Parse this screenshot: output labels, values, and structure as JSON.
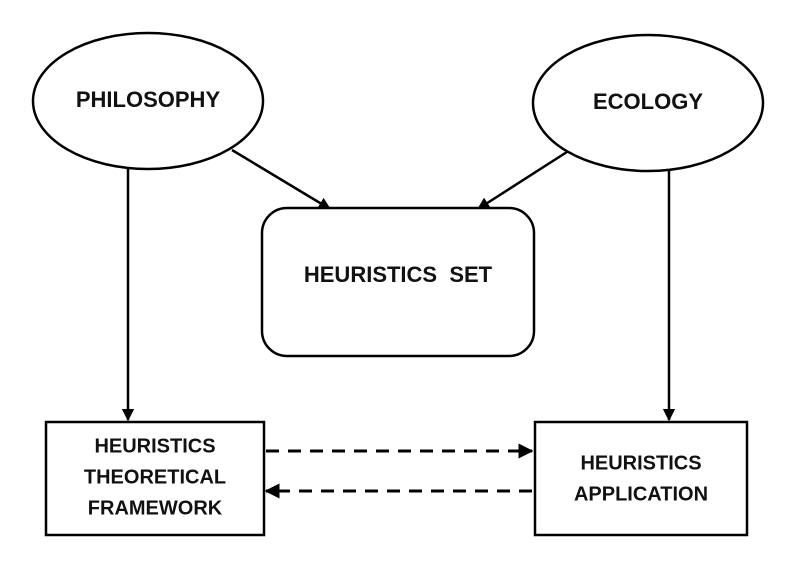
{
  "nodes": {
    "philosophy": {
      "label": "PHILOSOPHY"
    },
    "ecology": {
      "label": "ECOLOGY"
    },
    "heuristics_set": {
      "label": "HEURISTICS  SET"
    },
    "theoretical_framework": {
      "lines": [
        "HEURISTICS",
        "THEORETICAL",
        "FRAMEWORK"
      ]
    },
    "application": {
      "lines": [
        "HEURISTICS",
        "APPLICATION"
      ]
    }
  },
  "edges": [
    {
      "from": "philosophy",
      "to": "heuristics_set",
      "style": "solid"
    },
    {
      "from": "ecology",
      "to": "heuristics_set",
      "style": "solid"
    },
    {
      "from": "philosophy",
      "to": "theoretical_framework",
      "style": "solid"
    },
    {
      "from": "ecology",
      "to": "application",
      "style": "solid"
    },
    {
      "from": "theoretical_framework",
      "to": "application",
      "style": "dashed"
    },
    {
      "from": "application",
      "to": "theoretical_framework",
      "style": "dashed"
    }
  ]
}
